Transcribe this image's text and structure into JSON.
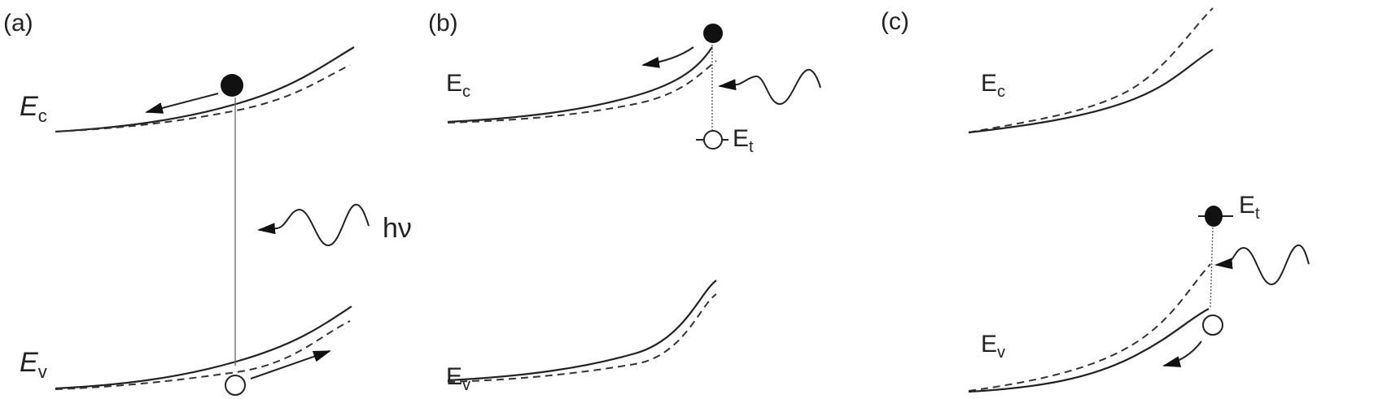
{
  "panels": [
    {
      "label": "(a)",
      "ec": "E",
      "ec_sub": "c",
      "ev": "E",
      "ev_sub": "v",
      "photon": "hν"
    },
    {
      "label": "(b)",
      "ec": "E",
      "ec_sub": "c",
      "ev": "E",
      "ev_sub": "v",
      "trap": "E",
      "trap_sub": "t"
    },
    {
      "label": "(c)",
      "ec": "E",
      "ec_sub": "c",
      "ev": "E",
      "ev_sub": "v",
      "trap": "E",
      "trap_sub": "t"
    }
  ],
  "colors": {
    "line": "#222222",
    "background": "#ffffff"
  }
}
